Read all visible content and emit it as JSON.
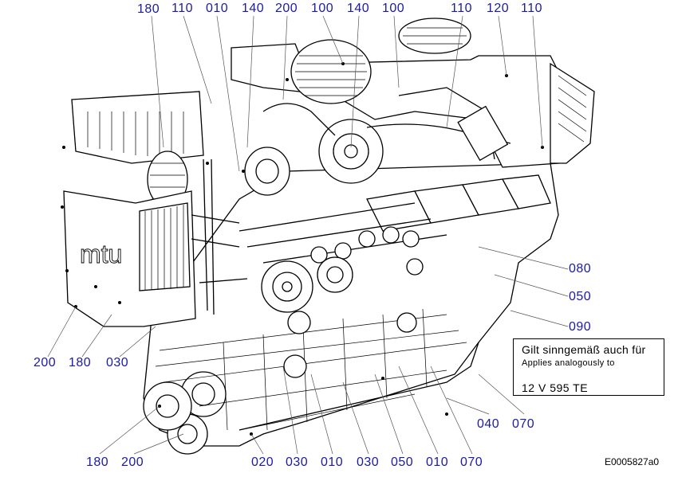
{
  "callouts_top": [
    "180",
    "110",
    "010",
    "140",
    "200",
    "100",
    "140",
    "100",
    "110",
    "120",
    "110"
  ],
  "callouts_right": [
    "080",
    "050",
    "090"
  ],
  "callouts_left": [
    "200",
    "180",
    "030"
  ],
  "callouts_bottom_left": [
    "180",
    "200"
  ],
  "callouts_bottom": [
    "020",
    "030",
    "010",
    "030",
    "050",
    "010",
    "070"
  ],
  "callouts_lower_right": [
    "040",
    "070"
  ],
  "note": {
    "title": "Gilt sinngemäß auch für",
    "subtitle": "Applies analogously to",
    "model": "12 V 595 TE"
  },
  "document_id": "E0005827a0",
  "colors": {
    "callout": "#1a1aa6",
    "drawing": "#000000",
    "background": "#ffffff"
  }
}
